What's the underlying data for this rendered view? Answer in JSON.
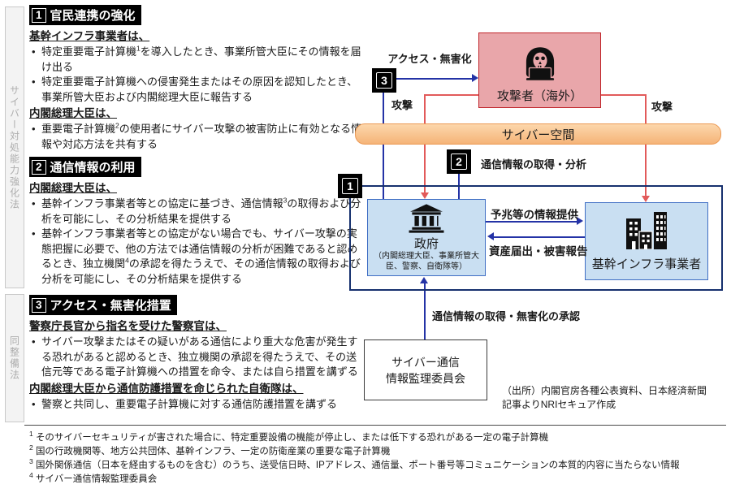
{
  "laws": {
    "law1": "サイバー対処能力強化法",
    "law2": "同整備法"
  },
  "sections": [
    {
      "num": "1",
      "title": "官民連携の強化",
      "groups": [
        {
          "subject": "基幹インフラ事業者は、",
          "bullets": [
            {
              "pre": "特定重要電子計算機",
              "sup": "1",
              "post": "を導入したとき、事業所管大臣にその情報を届け出る"
            },
            {
              "pre": "特定重要電子計算機への侵害発生またはその原因を認知したとき、事業所管大臣および内閣総理大臣に報告する",
              "sup": "",
              "post": ""
            }
          ]
        },
        {
          "subject": "内閣総理大臣は、",
          "bullets": [
            {
              "pre": "重要電子計算機",
              "sup": "2",
              "post": "の使用者にサイバー攻撃の被害防止に有効となる情報や対応方法を共有する"
            }
          ]
        }
      ]
    },
    {
      "num": "2",
      "title": "通信情報の利用",
      "groups": [
        {
          "subject": "内閣総理大臣は、",
          "bullets": [
            {
              "pre": "基幹インフラ事業者等との協定に基づき、通信情報",
              "sup": "3",
              "post": "の取得および分析を可能にし、その分析結果を提供する"
            },
            {
              "pre": "基幹インフラ事業者等との協定がない場合でも、サイバー攻撃の実態把握に必要で、他の方法では通信情報の分析が困難であると認めるとき、独立機関",
              "sup": "4",
              "post": "の承認を得たうえで、その通信情報の取得および分析を可能にし、その分析結果を提供する"
            }
          ]
        }
      ]
    },
    {
      "num": "3",
      "title": "アクセス・無害化措置",
      "groups": [
        {
          "subject": "警察庁長官から指名を受けた警察官は、",
          "bullets": [
            {
              "pre": "サイバー攻撃またはその疑いがある通信により重大な危害が発生する恐れがあると認めるとき、独立機関の承認を得たうえで、その送信元等である電子計算機への措置を命令、または自ら措置を講ずる",
              "sup": "",
              "post": ""
            }
          ]
        },
        {
          "subject": "内閣総理大臣から通信防護措置を命じられた自衛隊は、",
          "bullets": [
            {
              "pre": "警察と共同し、重要電子計算機に対する通信防護措置を講ずる",
              "sup": "",
              "post": ""
            }
          ]
        }
      ]
    }
  ],
  "diagram": {
    "badges": {
      "b1": "1",
      "b2": "2",
      "b3": "3"
    },
    "attacker": {
      "label": "攻撃者（海外）",
      "icon": "hacker-icon"
    },
    "cyberspace": {
      "label": "サイバー空間"
    },
    "government": {
      "label": "政府",
      "sublabel": "（内閣総理大臣、事業所管大臣、警察、自衛隊等）",
      "icon": "government-building-icon"
    },
    "infrastructure": {
      "label": "基幹インフラ事業者",
      "icon": "office-buildings-icon"
    },
    "committee": {
      "line1": "サイバー通信",
      "line2": "情報監理委員会"
    },
    "labels": {
      "access": "アクセス・無害化",
      "attack_left": "攻撃",
      "attack_right": "攻撃",
      "acquire": "通信情報の取得・分析",
      "signs": "予兆等の情報提供",
      "report": "資産届出・被害報告",
      "approval": "通信情報の取得・無害化の承認"
    },
    "colors": {
      "attacker_fill": "#E9A6AA",
      "attacker_border": "#C0262C",
      "cyberspace_fill": "#F8C28F",
      "cyberspace_border": "#EC9A55",
      "org_fill": "#C9DFF2",
      "org_border": "#3F6EC4",
      "group_border": "#16306E",
      "blue_line": "#2433A6",
      "red_line": "#E25A5A"
    }
  },
  "source": {
    "line1": "（出所）内閣官房各種公表資料、日本経済新聞",
    "line2": "記事よりNRIセキュア作成"
  },
  "footnotes": [
    {
      "sup": "1",
      "text": "そのサイバーセキュリティが害された場合に、特定重要設備の機能が停止し、または低下する恐れがある一定の電子計算機"
    },
    {
      "sup": "2",
      "text": "国の行政機関等、地方公共団体、基幹インフラ、一定の防衛産業の重要な電子計算機"
    },
    {
      "sup": "3",
      "text": "国外関係通信（日本を経由するものを含む）のうち、送受信日時、IPアドレス、通信量、ポート番号等コミュニケーションの本質的内容に当たらない情報"
    },
    {
      "sup": "4",
      "text": "サイバー通信情報監理委員会"
    }
  ]
}
